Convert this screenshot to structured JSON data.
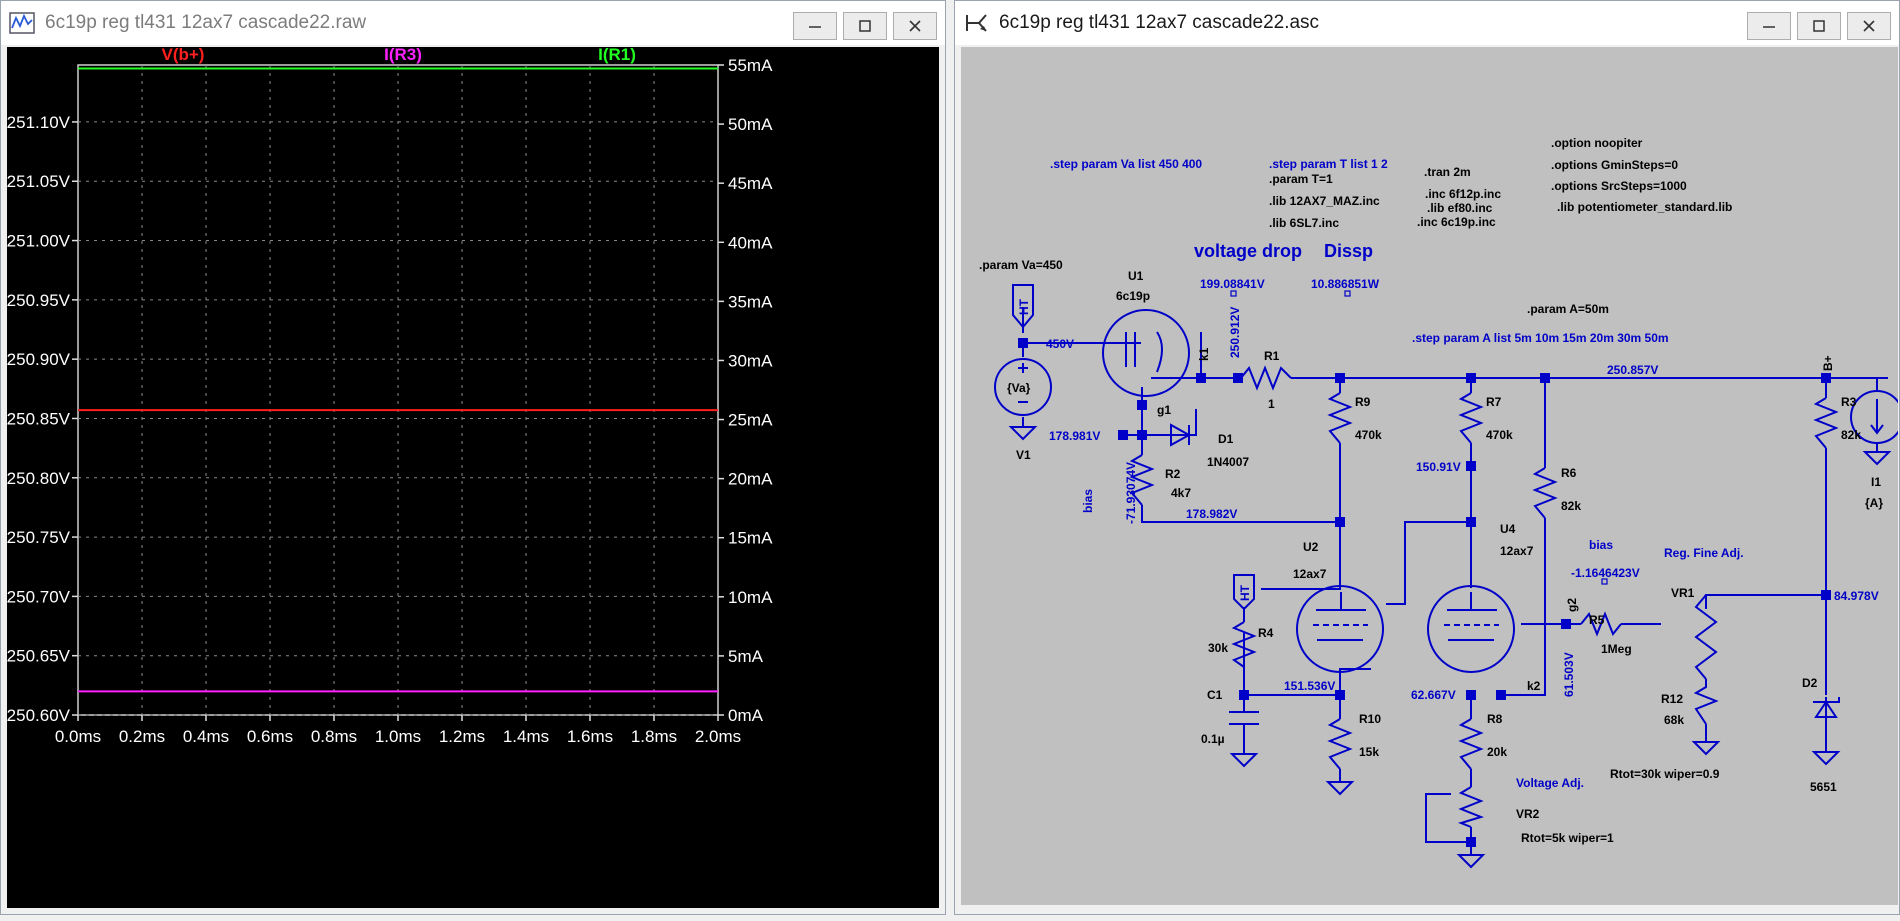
{
  "waveform_window": {
    "title": "6c19p reg tl431 12ax7 cascade22.raw",
    "controls": {
      "minimize": "minimize",
      "maximize": "maximize",
      "close": "close"
    },
    "traces": [
      {
        "label": "V(b+)",
        "color": "#ff2020"
      },
      {
        "label": "I(R3)",
        "color": "#ff22ff"
      },
      {
        "label": "I(R1)",
        "color": "#22ff22"
      }
    ],
    "chart_data": {
      "type": "line",
      "x_ticks": [
        "0.0ms",
        "0.2ms",
        "0.4ms",
        "0.6ms",
        "0.8ms",
        "1.0ms",
        "1.2ms",
        "1.4ms",
        "1.6ms",
        "1.8ms",
        "2.0ms"
      ],
      "y_left_ticks": [
        "251.10V",
        "251.05V",
        "251.00V",
        "250.95V",
        "250.90V",
        "250.85V",
        "250.80V",
        "250.75V",
        "250.70V",
        "250.65V",
        "250.60V"
      ],
      "y_right_ticks": [
        "55mA",
        "50mA",
        "45mA",
        "40mA",
        "35mA",
        "30mA",
        "25mA",
        "20mA",
        "15mA",
        "10mA",
        "5mA",
        "0mA"
      ],
      "xlim_ms": [
        0,
        2
      ],
      "ylim_left_V": [
        250.6,
        251.148
      ],
      "ylim_right_mA": [
        0,
        55
      ],
      "grid": true,
      "series": [
        {
          "name": "V(b+)",
          "axis": "left",
          "x": [
            0,
            2
          ],
          "y": [
            250.857,
            250.857
          ],
          "color": "#ff2020"
        },
        {
          "name": "I(R3)",
          "axis": "right",
          "x": [
            0,
            2
          ],
          "y": [
            2.0,
            2.0
          ],
          "color": "#ff22ff"
        },
        {
          "name": "I(R1)",
          "axis": "right",
          "x": [
            0,
            2
          ],
          "y": [
            54.7,
            54.7
          ],
          "color": "#22ff22"
        }
      ]
    }
  },
  "schematic_window": {
    "title": "6c19p reg tl431 12ax7 cascade22.asc",
    "directives": {
      "step_va": ".step param Va list 450 400",
      "step_t": ".step param T list 1 2",
      "param_t": ".param T=1",
      "lib_12ax7": ".lib 12AX7_MAZ.inc",
      "lib_6sl7": ".lib 6SL7.inc",
      "tran": ".tran 2m",
      "inc_6f12p": ".inc 6f12p.inc",
      "lib_ef80": ".lib ef80.inc",
      "inc_6c19p": ".inc 6c19p.inc",
      "opt_noopiter": ".option noopiter",
      "opt_gmin": ".options GminSteps=0",
      "opt_src": ".options SrcSteps=1000",
      "lib_pot": ".lib potentiometer_standard.lib",
      "param_va": ".param Va=450",
      "param_a": ".param A=50m",
      "step_a": ".step param A list 5m 10m 15m 20m 30m 50m"
    },
    "annotations": {
      "voltage_drop": "voltage drop",
      "dissp": "Dissp",
      "vdrop_val": "199.08841V",
      "dissp_val": "10.886851W",
      "bias1": "bias",
      "bias2": "bias",
      "reg_fine": "Reg. Fine Adj.",
      "volt_adj": "Voltage Adj.",
      "rtot1": "Rtot=30k wiper=0.9",
      "rtot2": "Rtot=5k wiper=1"
    },
    "voltages": {
      "v450": "450V",
      "v250_912": "250.912V",
      "v250_857": "250.857V",
      "v178_981": "178.981V",
      "v71_93": "-71.93074V",
      "v178_982": "178.982V",
      "v150_91": "150.91V",
      "v151_536": "151.536V",
      "v62_667": "62.667V",
      "v61_503": "61.503V",
      "v1_16": "-1.1646423V",
      "v84_978": "84.978V"
    },
    "components": {
      "u1": "U1",
      "u1_val": "6c19p",
      "v1": "V1",
      "v1_val": "{Va}",
      "ht1": "HT",
      "ht2": "HT",
      "r1": "R1",
      "r1_val": "1",
      "d1": "D1",
      "d1_val": "1N4007",
      "r2": "R2",
      "r2_val": "4k7",
      "r9": "R9",
      "r9_val": "470k",
      "r7": "R7",
      "r7_val": "470k",
      "r6": "R6",
      "r6_val": "82k",
      "r3": "R3",
      "r3_val": "82k",
      "i1": "I1",
      "i1_val": "{A}",
      "u2": "U2",
      "u2_val": "12ax7",
      "u4": "U4",
      "u4_val": "12ax7",
      "r4": "R4",
      "r4_val": "30k",
      "c1": "C1",
      "c1_val": "0.1µ",
      "r10": "R10",
      "r10_val": "15k",
      "r8": "R8",
      "r8_val": "20k",
      "r5": "R5",
      "r5_val": "1Meg",
      "vr1": "VR1",
      "vr2": "VR2",
      "r12": "R12",
      "r12_val": "68k",
      "d2": "D2",
      "d2_val": "5651"
    },
    "nets": {
      "k1": "k1",
      "g1": "g1",
      "g2": "g2",
      "k2": "k2",
      "bplus": "B+"
    }
  }
}
